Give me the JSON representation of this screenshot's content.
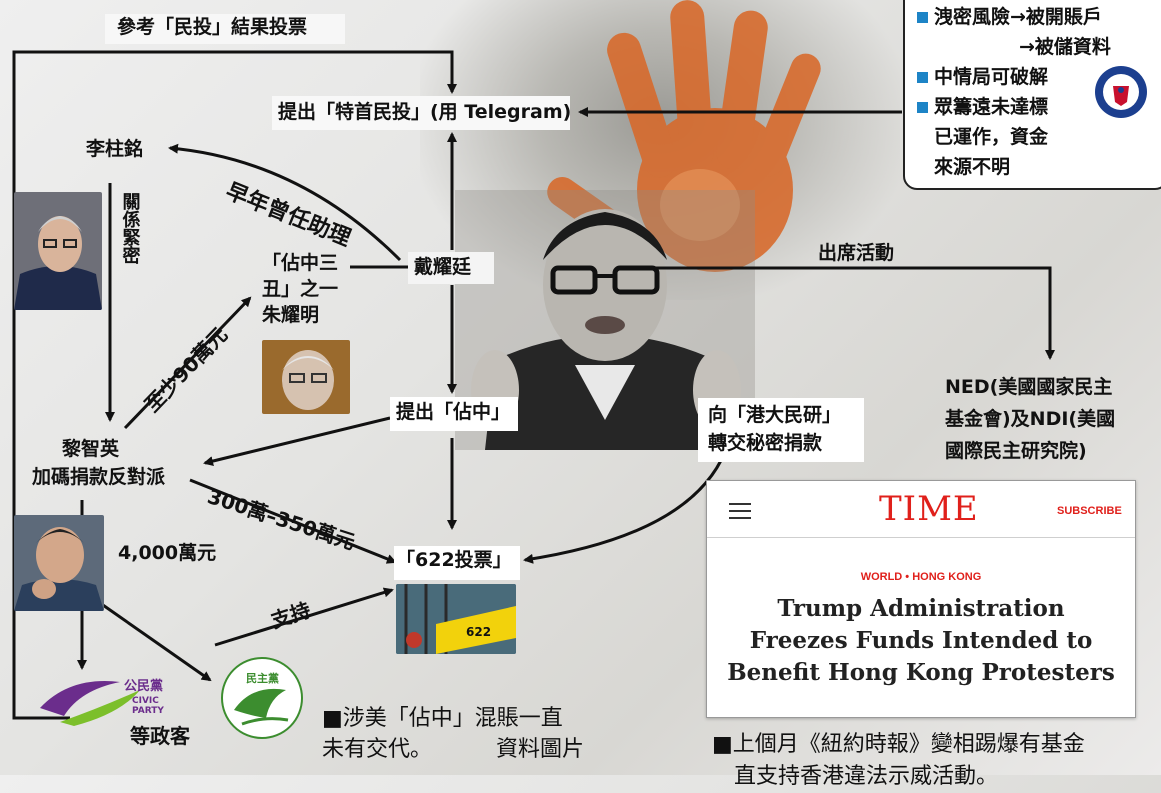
{
  "nodes": {
    "referendum_ref": "參考「民投」結果投票",
    "ce_vote": "提出「特首民投」(用 Telegram)",
    "lee_cheuk_yan": "李柱銘",
    "close_relation": "關係緊密",
    "former_assistant": "早年曾任助理",
    "three_clowns_a": "「佔中三",
    "three_clowns_b": "丑」之一",
    "chu_yiu_ming": "朱耀明",
    "benny_tai": "戴耀廷",
    "at_least_90m": "至少90萬元",
    "occupy_central": "提出「佔中」",
    "jimmy_lai": "黎智英",
    "jimmy_lai_sub": "加碼捐款反對派",
    "amount_300_350": "300萬–350萬元",
    "amount_40m": "4,000萬元",
    "vote_622": "「622投票」",
    "support": "支持",
    "politicians": "等政客",
    "attend_events": "出席活動",
    "hkupop_a": "向「港大民研」",
    "hkupop_b": "轉交秘密捐款",
    "ned_a": "NED(美國國家民主",
    "ned_b": "基金會)及NDI(美國",
    "ned_c": "國際民主研究院)"
  },
  "legend": {
    "line1": "洩密風險→被開賬戶",
    "line2": "→被儲資料",
    "line3": "中情局可破解",
    "line4": "眾籌遠未達標",
    "line5": "已運作，資金",
    "line6": "來源不明"
  },
  "logos": {
    "civic_party_cn": "公民黨",
    "civic_party_en1": "CIVIC",
    "civic_party_en2": "PARTY",
    "democratic_party": "民主黨"
  },
  "banner_text": "622",
  "time_card": {
    "brand": "TIME",
    "subscribe": "SUBSCRIBE",
    "section": "WORLD • HONG KONG",
    "headline1": "Trump Administration",
    "headline2": "Freezes Funds Intended to",
    "headline3": "Benefit Hong Kong Protesters"
  },
  "captions": {
    "left1": "■涉美「佔中」混賬一直",
    "left2": "未有交代。",
    "left_credit": "資料圖片",
    "right1": "■上個月《紐約時報》變相踢爆有基金",
    "right2": "直支持香港違法示威活動。"
  },
  "colors": {
    "accent_blue": "#1d84c6",
    "time_red": "#e0201b",
    "hand_orange": "#d8692a",
    "civic_purple": "#6b2d8c",
    "civic_green": "#7cbf2b"
  }
}
